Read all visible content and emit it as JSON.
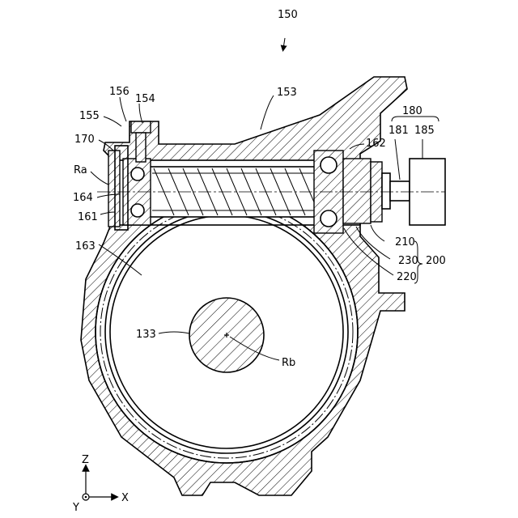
{
  "figure_number": "150",
  "labels": {
    "l153": "153",
    "l154": "154",
    "l155": "155",
    "l156": "156",
    "l162": "162",
    "l161": "161",
    "l163": "163",
    "l164": "164",
    "l170": "170",
    "l180": "180",
    "l181": "181",
    "l185": "185",
    "lRa": "Ra",
    "lRb": "Rb",
    "l133": "133",
    "l200": "200",
    "l210": "210",
    "l220": "220",
    "l230": "230"
  },
  "axes": {
    "z": "Z",
    "x": "X",
    "y": "Y"
  }
}
